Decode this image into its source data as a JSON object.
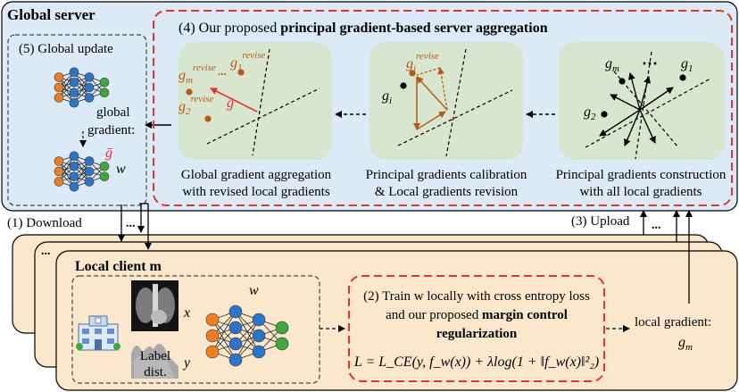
{
  "server": {
    "title": "Global server",
    "global_update": "(5) Global update",
    "global_gradient": [
      "global",
      "gradient:"
    ],
    "gbar_symbol": "ḡ",
    "w_symbol": "w"
  },
  "aggregation": {
    "title_prefix": "(4) Our proposed ",
    "title_bold": "principal gradient-based server aggregation",
    "panel1": {
      "labels": [
        "g",
        "g",
        "g",
        "ḡ"
      ],
      "caption": [
        "Global gradient aggregation",
        "with revised local gradients"
      ]
    },
    "panel2": {
      "labels": [
        "g",
        "g"
      ],
      "caption": [
        "Principal gradients calibration",
        "& Local gradients revision"
      ]
    },
    "panel3": {
      "labels": [
        "g",
        "g",
        "g",
        "⋯"
      ],
      "caption": [
        "Principal gradients construction",
        "with all local gradients"
      ]
    },
    "subscripts": {
      "m": "m",
      "one": "1",
      "two": "2",
      "i": "i",
      "revise": "revise"
    }
  },
  "flows": {
    "download": "(1) Download",
    "upload": "(3) Upload",
    "ellipsis": "..."
  },
  "client": {
    "stack_ellipsis": "...",
    "title": "Local client m",
    "x": "x",
    "y": "y",
    "w": "w",
    "label_dist": [
      "Label",
      "dist."
    ],
    "train": {
      "line1": "(2) Train w locally with cross entropy loss",
      "line2_prefix": "and our proposed ",
      "line2_bold": "margin control",
      "line3_bold": "regularization",
      "formula": "L = L_CE(y, f_w(x)) + λlog(1 + ‖f_w(x)‖²₂)"
    },
    "local_gradient": "local gradient:",
    "gm": "g"
  },
  "colors": {
    "server_bg": "#dce9f7",
    "client_bg": "#fbe8cc",
    "panel_bg": "#d8e6d0",
    "red": "#e8322c",
    "orange_node": "#ef7d22",
    "blue_node": "#2d74c6",
    "green_node": "#3fa83c",
    "brown": "#b55a1a"
  }
}
